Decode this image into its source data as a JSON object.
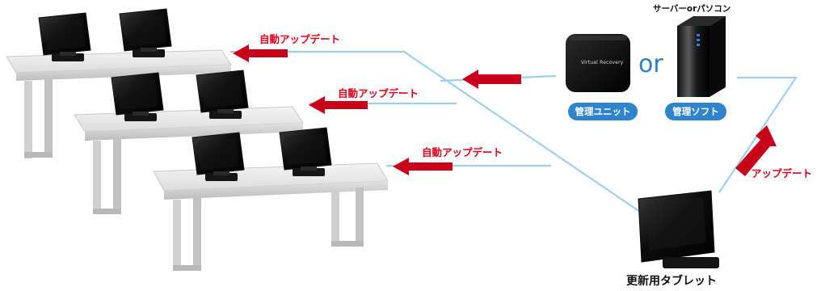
{
  "labels": {
    "auto_update_1": "自動アップデート",
    "auto_update_2": "自動アップデート",
    "auto_update_3": "自動アップデート",
    "update": "アップデート",
    "server_caption": "サーバーorパソコン",
    "or": "or",
    "management_unit": "管理ユニット",
    "management_software": "管理ソフト",
    "update_tablet": "更新用タブレット",
    "device_brand": "Virtual Recovery"
  },
  "colors": {
    "arrow_red": "#c8001a",
    "line_blue": "#9fd0f2",
    "pill_blue": "#2f84cc",
    "or_blue": "#2f7fc8"
  }
}
